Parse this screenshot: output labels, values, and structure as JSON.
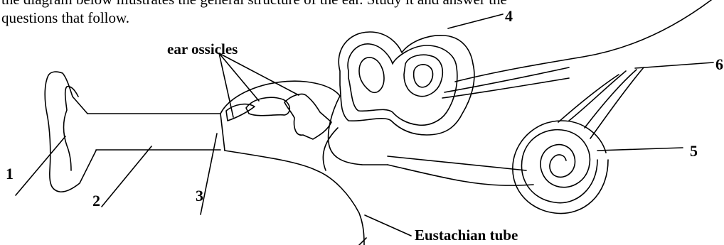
{
  "intro": {
    "line1": "the diagram below illustrates the general structure of the ear. Study it and answer the",
    "line2": "questions that follow."
  },
  "labels": {
    "ossicles": "ear ossicles",
    "eustachian": "Eustachian tube",
    "n1": "1",
    "n2": "2",
    "n3": "3",
    "n4": "4",
    "n5": "5",
    "n6": "6"
  }
}
